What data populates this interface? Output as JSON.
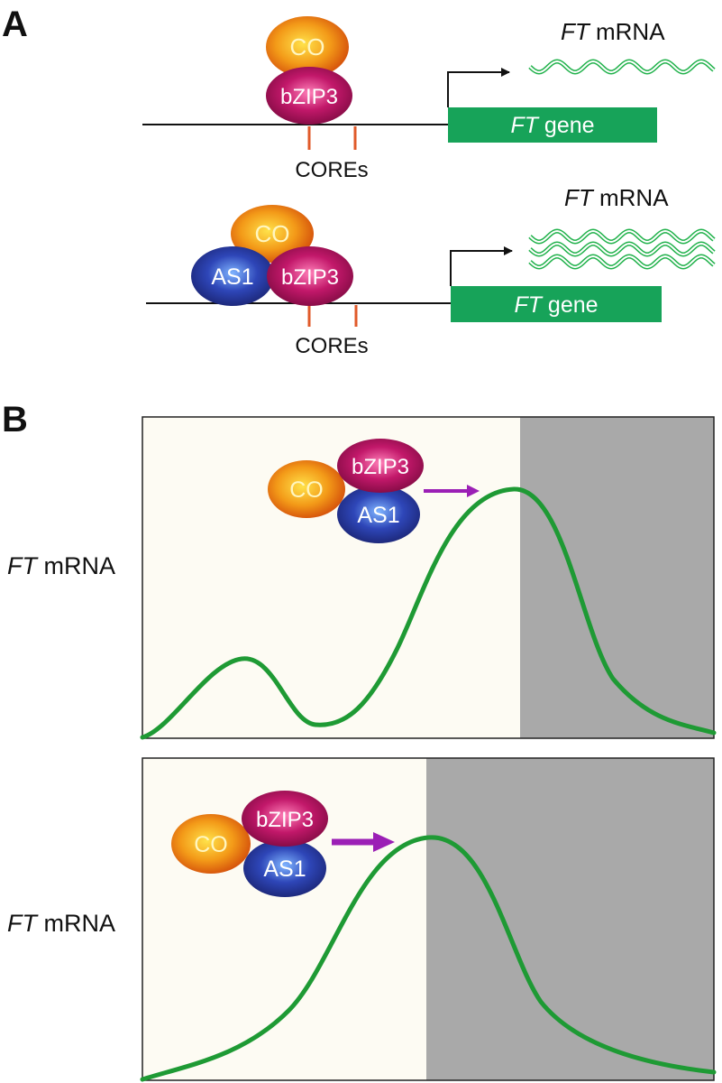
{
  "panel_a": {
    "letter": "A",
    "top": {
      "proteins": [
        "CO",
        "bZIP3"
      ],
      "mrna_gene": "FT",
      "mrna_suffix": " mRNA",
      "gene_name": "FT",
      "gene_suffix": " gene",
      "cores_label": "COREs"
    },
    "bottom": {
      "proteins": [
        "CO",
        "AS1",
        "bZIP3"
      ],
      "mrna_gene": "FT",
      "mrna_suffix": " mRNA",
      "gene_name": "FT",
      "gene_suffix": " gene",
      "cores_label": "COREs"
    }
  },
  "panel_b": {
    "letter": "B",
    "top_plot": {
      "ylabel_gene": "FT",
      "ylabel_suffix": " mRNA",
      "complex": [
        "CO",
        "bZIP3",
        "AS1"
      ]
    },
    "bottom_plot": {
      "ylabel_gene": "FT",
      "ylabel_suffix": " mRNA",
      "complex": [
        "CO",
        "bZIP3",
        "AS1"
      ]
    }
  },
  "colors": {
    "day_bg": "#fdfbf3",
    "night_bg": "#a9a9a9",
    "curve": "#1e9a34",
    "gene_box": "#17a359",
    "core_ticks": "#e05a2a",
    "arrow_purple": "#9b1fb5",
    "co": "#f08a12",
    "bzip3": "#b0125f",
    "as1": "#2a3a9e"
  }
}
